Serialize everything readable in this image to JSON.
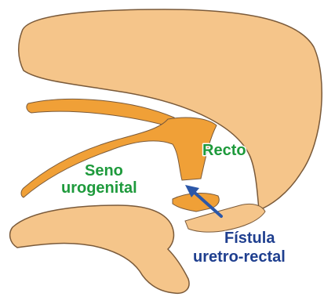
{
  "labels": {
    "recto": "Recto",
    "seno_line1": "Seno",
    "seno_line2": "urogenital",
    "fistula_line1": "Fístula",
    "fistula_line2": "uretro-rectal"
  },
  "colors": {
    "tissue": "#F5C58A",
    "dark_orange": "#F0A037",
    "outline": "#7a5a3a",
    "green_label": "#1E9A3C",
    "blue_label": "#1F3F8F",
    "arrow": "#2B57A8"
  },
  "icons": {
    "arrow": "arrow-pointer-icon"
  }
}
